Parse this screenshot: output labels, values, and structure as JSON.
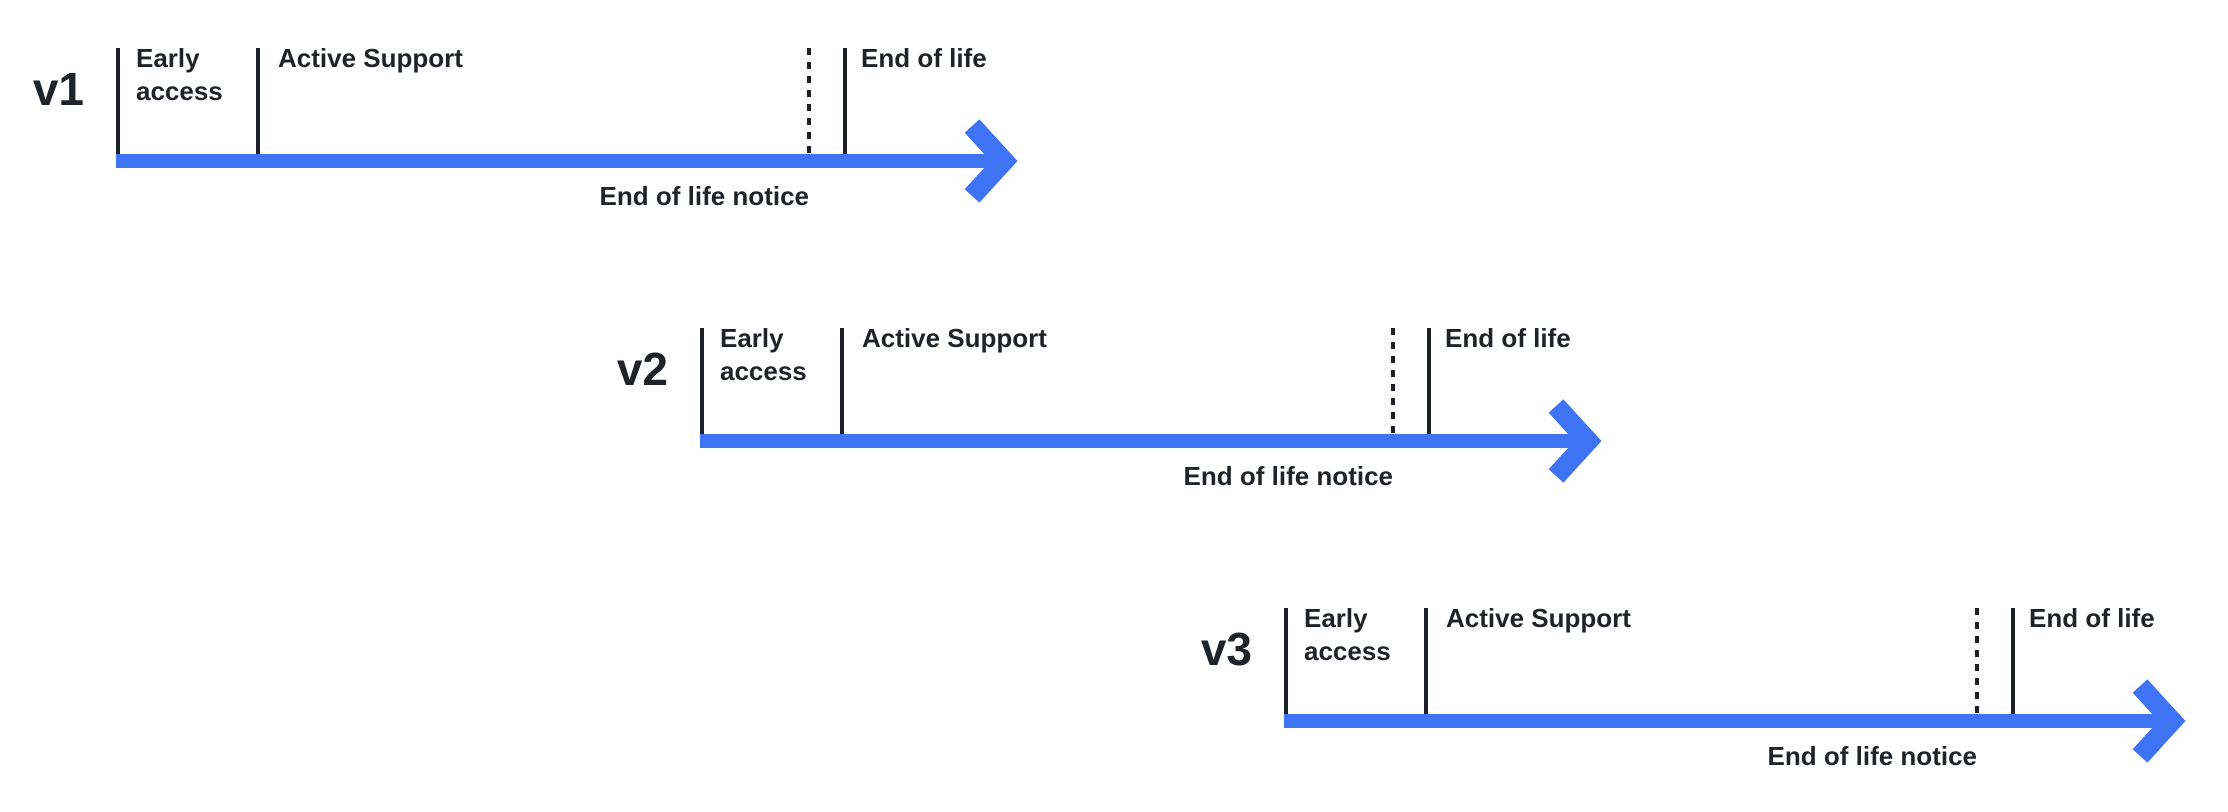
{
  "diagram": {
    "type": "version-lifecycle-timelines",
    "background_color": "#ffffff",
    "accent_color": "#3e74f4",
    "line_color": "#1d2126",
    "text_color": "#1f2328",
    "timelines": [
      {
        "version": "v1",
        "early_access": "Early\naccess",
        "active_support": "Active Support",
        "end_of_life": "End of life",
        "end_of_life_notice": "End of life notice"
      },
      {
        "version": "v2",
        "early_access": "Early\naccess",
        "active_support": "Active Support",
        "end_of_life": "End of life",
        "end_of_life_notice": "End of life notice"
      },
      {
        "version": "v3",
        "early_access": "Early\naccess",
        "active_support": "Active Support",
        "end_of_life": "End of life",
        "end_of_life_notice": "End of life notice"
      }
    ]
  }
}
